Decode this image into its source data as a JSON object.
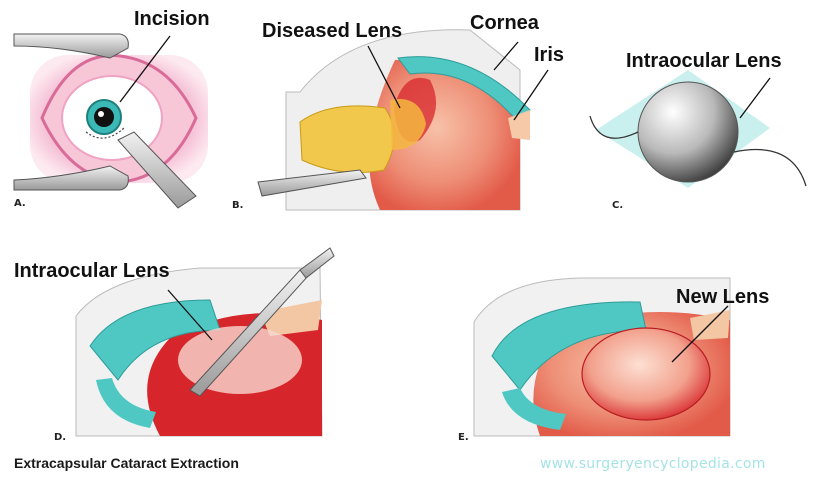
{
  "labels": {
    "incision": "Incision",
    "diseased_lens": "Diseased Lens",
    "cornea": "Cornea",
    "iris": "Iris",
    "intraocular_lens_c": "Intraocular Lens",
    "intraocular_lens_d": "Intraocular Lens",
    "new_lens": "New Lens"
  },
  "panels": {
    "a": "A.",
    "b": "B.",
    "c": "C.",
    "d": "D.",
    "e": "E."
  },
  "caption": "Extracapsular Cataract Extraction",
  "watermark": "www.surgeryencyclopedia.com",
  "colors": {
    "teal": "#4fc8c4",
    "pink": "#e98fb5",
    "red": "#d7262b",
    "yellow": "#f1c84c",
    "watermark": "#a6e3e6"
  }
}
